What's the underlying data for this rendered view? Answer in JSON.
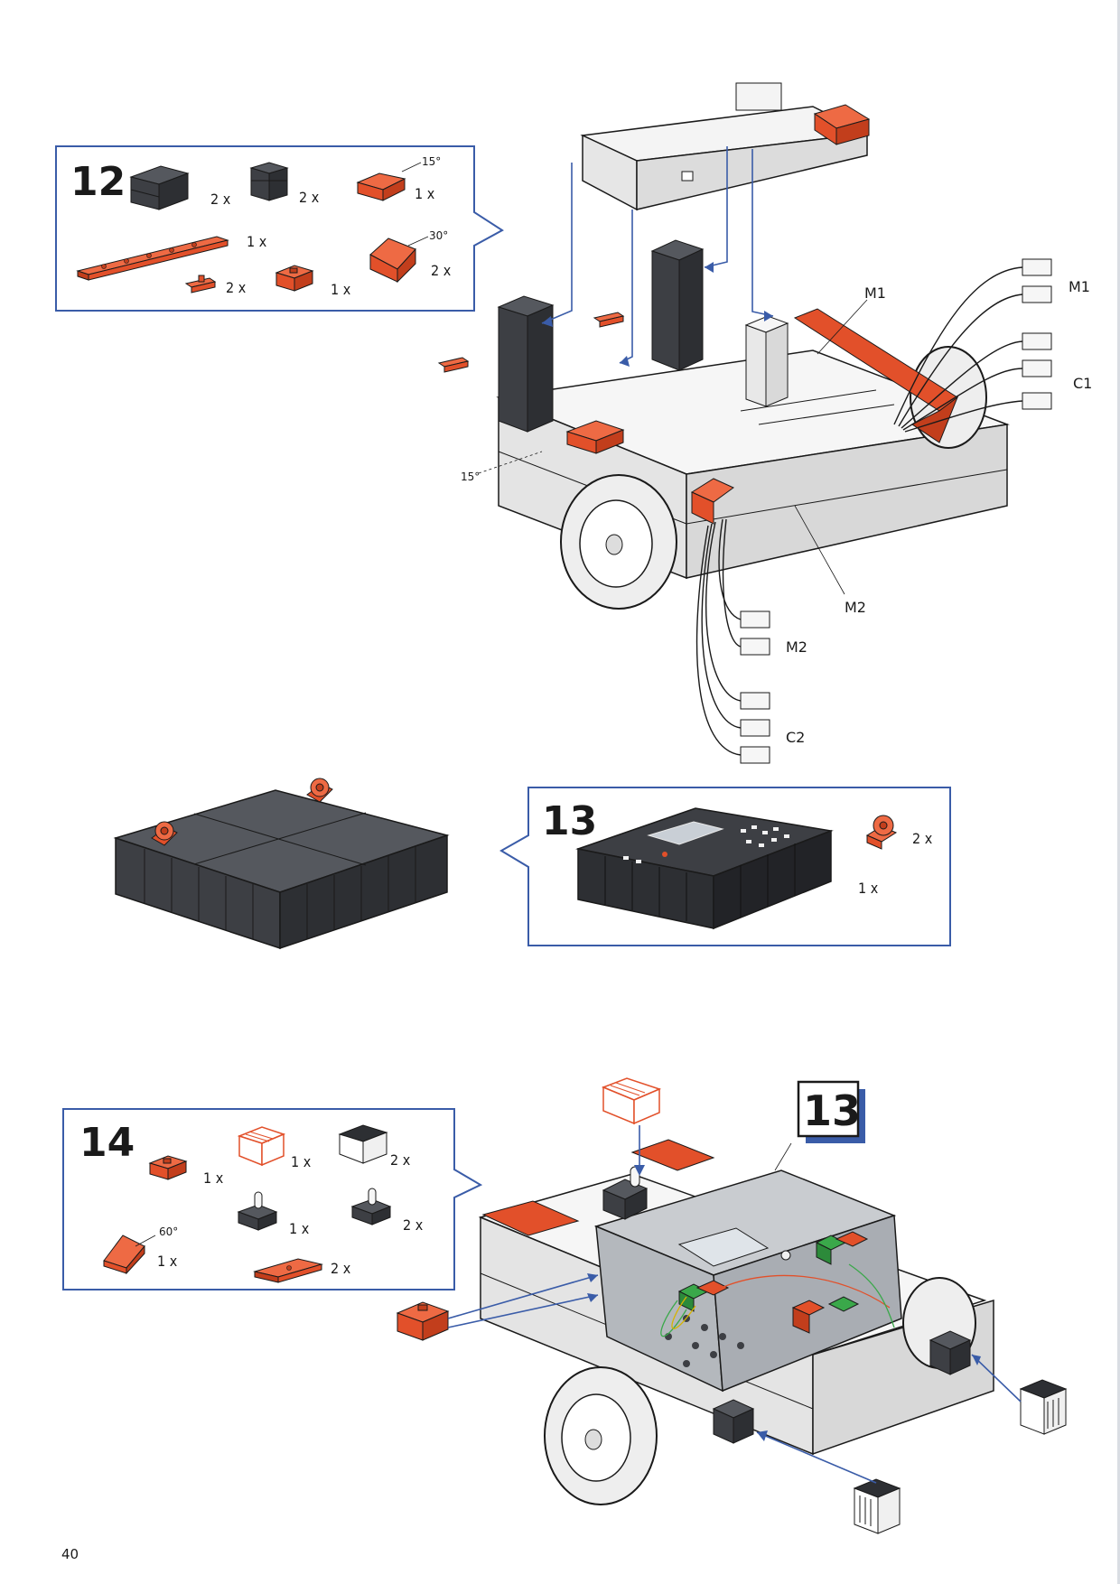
{
  "colors": {
    "frame": "#3a5ca8",
    "part_red": "#e2502a",
    "part_dark": "#3d3f44",
    "part_light": "#f2f2f2",
    "outline": "#1a1a1a"
  },
  "step12": {
    "number": "12",
    "parts": [
      {
        "icon": "dark-building-block-30-icon",
        "qty": "2 x"
      },
      {
        "icon": "dark-building-block-15-icon",
        "qty": "2 x"
      },
      {
        "icon": "angle-block-15-icon",
        "angle": "15°",
        "qty": "1 x"
      },
      {
        "icon": "red-strip-plate-icon",
        "qty": "1 x"
      },
      {
        "icon": "angle-block-30-icon",
        "angle": "30°",
        "qty": "2 x"
      },
      {
        "icon": "small-connector-icon",
        "qty": "2 x"
      },
      {
        "icon": "red-building-block-icon",
        "qty": "1 x"
      }
    ]
  },
  "step13": {
    "number": "13",
    "parts": [
      {
        "icon": "tx-controller-icon",
        "qty": "1 x"
      },
      {
        "icon": "red-hinge-block-icon",
        "qty": "2 x"
      }
    ]
  },
  "step14": {
    "number": "14",
    "parts": [
      {
        "icon": "red-building-block-icon",
        "qty": "1 x"
      },
      {
        "icon": "red-light-cap-icon",
        "qty": "1 x"
      },
      {
        "icon": "black-light-cap-icon",
        "qty": "2 x"
      },
      {
        "icon": "lamp-socket-icon",
        "qty": "1 x"
      },
      {
        "icon": "lamp-socket-icon",
        "qty": "2 x"
      },
      {
        "icon": "angle-block-60-icon",
        "angle": "60°",
        "qty": "1 x"
      },
      {
        "icon": "red-plate-icon",
        "qty": "2 x"
      }
    ],
    "reference_tag": "13"
  },
  "callouts": {
    "angle_15": "15°",
    "m1_upper": "M1",
    "m1_right": "M1",
    "c1": "C1",
    "m2_body": "M2",
    "m2_lower": "M2",
    "c2": "C2"
  },
  "page_number": "40"
}
